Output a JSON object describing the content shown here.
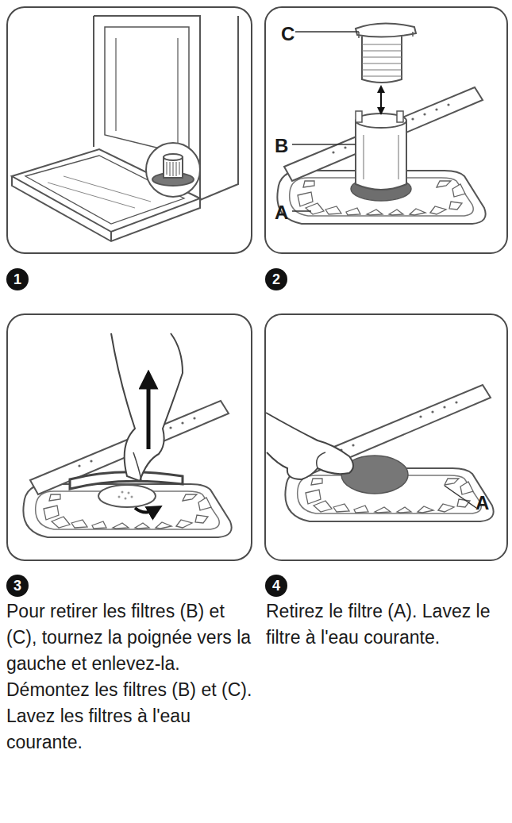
{
  "diagram": {
    "nodes": [
      {
        "text": [
          "C",
          "B",
          "A"
        ]
      },
      {
        "text": [
          "1"
        ]
      },
      {
        "text": [
          "2"
        ]
      },
      {
        "text": [
          "A"
        ]
      },
      {
        "text": [
          "3"
        ]
      },
      {
        "text": [
          "4"
        ]
      }
    ],
    "labels": [
      "Pour retirer les filtres (B) et (C), tournez la poignée vers la gauche et enlevez-la. Démontez les filtres (B) et (C). Lavez les filtres à l'eau courante.",
      "Retirez le filtre (A). Lavez le filtre à l'eau courante."
    ]
  }
}
